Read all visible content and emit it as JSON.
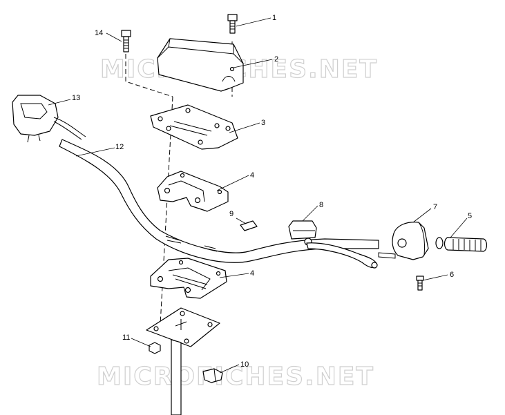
{
  "diagram": {
    "watermark": "MICROFICHES.NET",
    "callouts": [
      {
        "id": "callout-1",
        "label": "1"
      },
      {
        "id": "callout-2",
        "label": "2"
      },
      {
        "id": "callout-3",
        "label": "3"
      },
      {
        "id": "callout-4a",
        "label": "4"
      },
      {
        "id": "callout-4b",
        "label": "4"
      },
      {
        "id": "callout-5",
        "label": "5"
      },
      {
        "id": "callout-6",
        "label": "6"
      },
      {
        "id": "callout-7",
        "label": "7"
      },
      {
        "id": "callout-8",
        "label": "8"
      },
      {
        "id": "callout-9",
        "label": "9"
      },
      {
        "id": "callout-10",
        "label": "10"
      },
      {
        "id": "callout-11",
        "label": "11"
      },
      {
        "id": "callout-12",
        "label": "12"
      },
      {
        "id": "callout-13",
        "label": "13"
      },
      {
        "id": "callout-14",
        "label": "14"
      }
    ]
  }
}
